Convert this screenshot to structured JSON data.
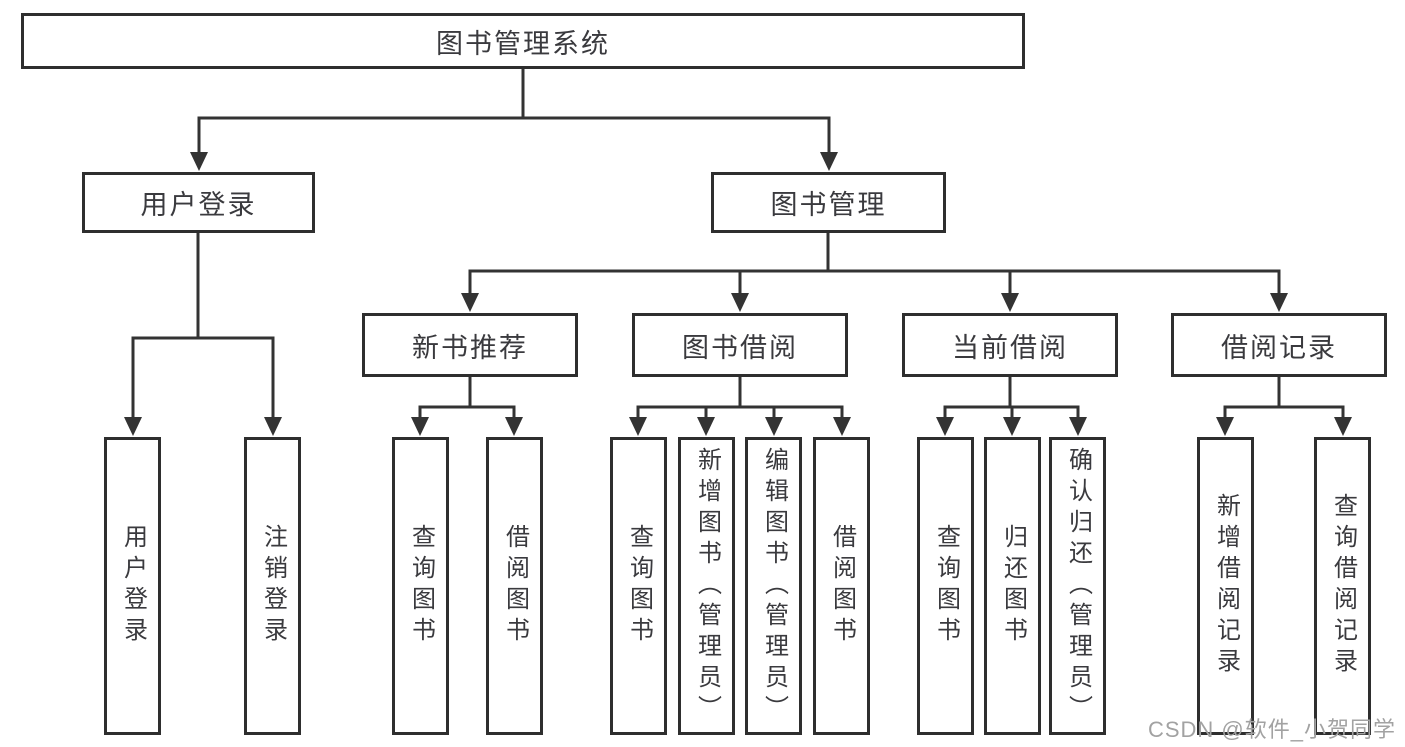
{
  "tree": {
    "root": {
      "label": "图书管理系统"
    },
    "branches": [
      {
        "label": "用户登录",
        "children": [
          {
            "label": "用户登录"
          },
          {
            "label": "注销登录"
          }
        ]
      },
      {
        "label": "图书管理",
        "children": [
          {
            "label": "新书推荐",
            "children": [
              {
                "label": "查询图书"
              },
              {
                "label": "借阅图书"
              }
            ]
          },
          {
            "label": "图书借阅",
            "children": [
              {
                "label": "查询图书"
              },
              {
                "label": "新增图书（管理员）"
              },
              {
                "label": "编辑图书（管理员）"
              },
              {
                "label": "借阅图书"
              }
            ]
          },
          {
            "label": "当前借阅",
            "children": [
              {
                "label": "查询图书"
              },
              {
                "label": "归还图书"
              },
              {
                "label": "确认归还（管理员）"
              }
            ]
          },
          {
            "label": "借阅记录",
            "children": [
              {
                "label": "新增借阅记录"
              },
              {
                "label": "查询借阅记录"
              }
            ]
          }
        ]
      }
    ]
  },
  "watermark": {
    "text": "CSDN @软件_小贺同学"
  },
  "colors": {
    "line": "#333333",
    "box_border": "#2e2e2e",
    "text": "#3a3a3e",
    "background": "#ffffff",
    "watermark": "#a2a2a2"
  }
}
